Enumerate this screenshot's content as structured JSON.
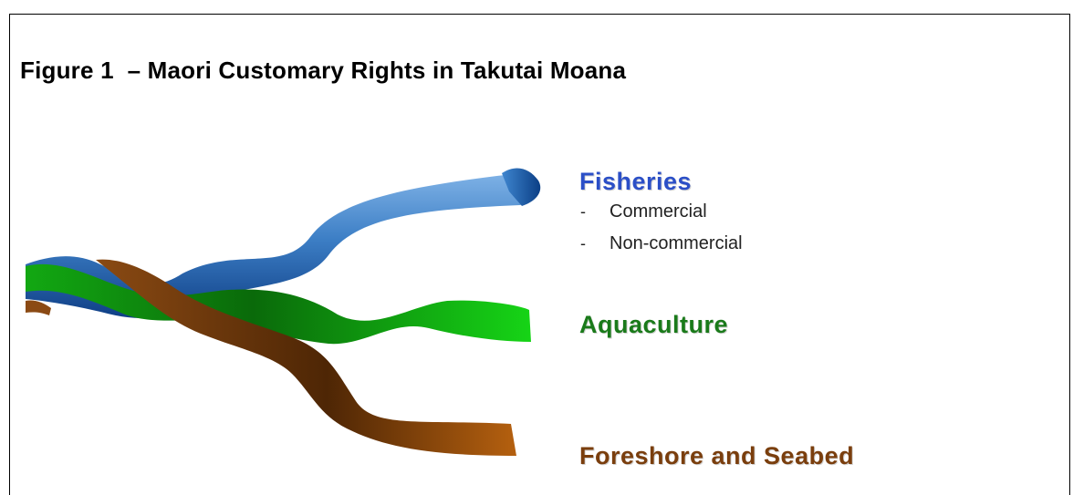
{
  "figure": {
    "title": "Figure 1  – Maori Customary Rights in Takutai Moana"
  },
  "strands": [
    {
      "name": "Fisheries",
      "color": "#2a67b0",
      "label_color": "#2b4fc7",
      "sub_items": [
        {
          "bullet": "-",
          "text": "Commercial"
        },
        {
          "bullet": "-",
          "text": "Non-commercial"
        }
      ]
    },
    {
      "name": "Aquaculture",
      "color": "#13b013",
      "label_color": "#1a7a1a"
    },
    {
      "name": "Foreshore and Seabed",
      "color": "#8b4a14",
      "label_color": "#7a3e0d"
    }
  ]
}
